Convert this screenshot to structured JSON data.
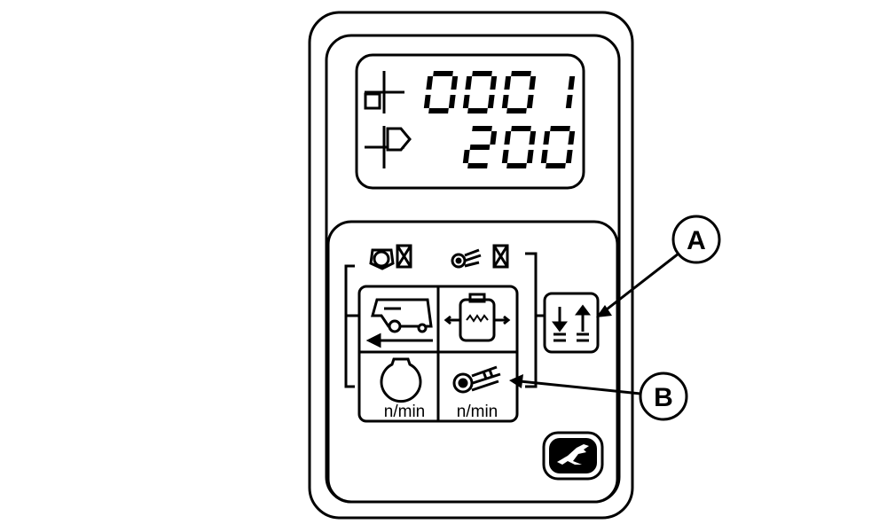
{
  "display": {
    "top_value": "0001",
    "bottom_value": "200",
    "top_icon": "field-counter-icon",
    "bottom_icon": "bale-target-icon"
  },
  "indicators": {
    "engine_fault_icon": "engine-fault-icon",
    "rotor_fault_icon": "rotor-fault-icon"
  },
  "buttons": {
    "header": "header-raise-lower-icon",
    "engine_speed_unit": "n/min",
    "rotor_speed_unit": "n/min"
  },
  "callouts": {
    "a": "A",
    "b": "B"
  },
  "colors": {
    "ink": "#000000",
    "panel": "#ffffff"
  }
}
